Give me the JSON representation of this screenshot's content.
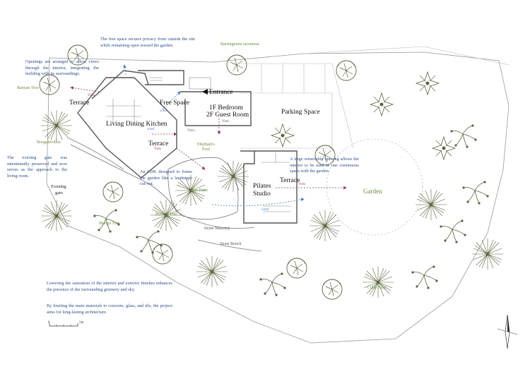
{
  "rooms": {
    "free_space": "Free Space",
    "entrance": "Entrance",
    "bedroom_line1": "1F Bedroom",
    "bedroom_line2": "2F Guest Room",
    "terrace_left": "Terrace",
    "living": "Living Dining Kitchen",
    "terrace_center": "Terrace",
    "parking": "Parking Space",
    "pilates_line1": "Pilates",
    "pilates_line2": "Studio",
    "terrace_right": "Terrace",
    "existing_gate_line1": "Existing",
    "existing_gate_line2": "gate",
    "garden": "Garden"
  },
  "trees": {
    "banyan": "Banyan Tree",
    "barringtonia": "Barringtonia racemosa",
    "bougainvillea": "Bougainvillea",
    "elephants_foot_1": "Elephant's",
    "elephants_foot_2": "Foot",
    "sago": "Sago Palm",
    "ryukyu": "Ryukyu Pine",
    "mango": "Mango Tree",
    "cuba": "Cuba Palm"
  },
  "materials": {
    "stone_masonry": "Stone Masonry",
    "stone_bench": "Stone Bench"
  },
  "markers": {
    "view": "View",
    "wind": "wind"
  },
  "annotations": {
    "free_space_note": "The free space secures privacy from outside the site while remaining open toward the garden.",
    "openings_note": "Openings are arranged to allow views through the interior, integrating the building with its surroundings.",
    "gate_note": "The existing gate was intentionally preserved and now serves as the approach to the living room.",
    "ldk_note": "An LDK designed to frame the garden like a landscape cut-out.",
    "retractable_note": "A large retractable opening allows the interior to be used as one continuous space with the garden.",
    "saturation_note": "Lowering the saturation of the interior and exterior finishes enhances the presence of the surrounding greenery and sky.",
    "materials_note": "By limiting the main materials to concrete, glass, and tile, the project aims for long-lasting architecture."
  },
  "scale_bar": {
    "label_start": "0",
    "label_end": "5m"
  },
  "colors": {
    "annotation_text": "#2b4a8a",
    "tree_label": "#6a8a3a",
    "view_arrow": "#8e3b6e",
    "wind_arrow": "#4a7ab8",
    "tree_stroke": "#5b6440",
    "wall": "#555555"
  }
}
